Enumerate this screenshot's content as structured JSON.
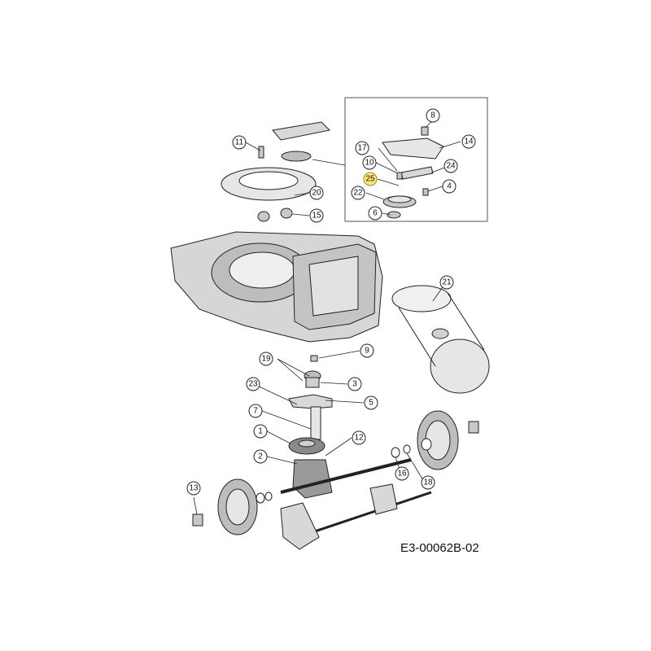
{
  "reference_code": "E3-00062B-02",
  "callouts": [
    "1",
    "2",
    "3",
    "4",
    "5",
    "6",
    "7",
    "8",
    "9",
    "10",
    "11",
    "12",
    "13",
    "14",
    "15",
    "16",
    "17",
    "18",
    "19",
    "20",
    "21",
    "22",
    "23",
    "24",
    "25"
  ],
  "highlighted_callout": "25",
  "colors": {
    "highlight": "#ffe66d",
    "line": "#222222",
    "part_fill": "#e6e6e6",
    "part_shade": "#c8c8c8"
  }
}
